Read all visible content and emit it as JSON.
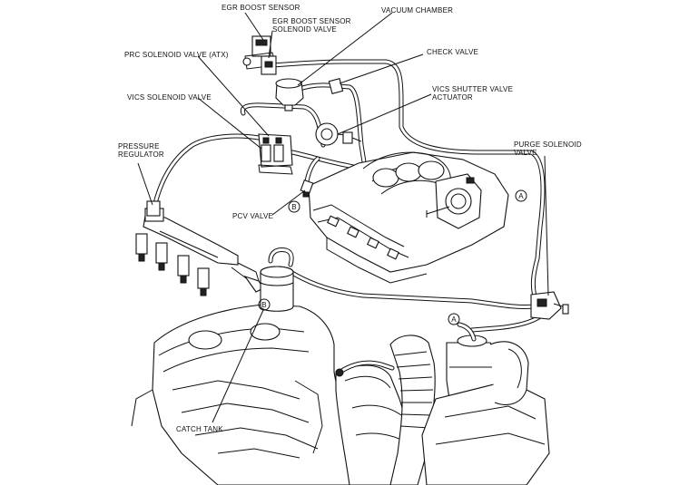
{
  "labels": {
    "egr_boost_sensor": "EGR BOOST SENSOR",
    "egr_solenoid_line1": "EGR BOOST SENSOR",
    "egr_solenoid_line2": "SOLENOID VALVE",
    "vacuum_chamber": "VACUUM CHAMBER",
    "check_valve": "CHECK VALVE",
    "prc_solenoid": "PRC SOLENOID VALVE (ATX)",
    "vics_solenoid": "VICS SOLENOID VALVE",
    "vics_shutter_line1": "VICS SHUTTER VALVE",
    "vics_shutter_line2": "ACTUATOR",
    "pressure_regulator_line1": "PRESSURE",
    "pressure_regulator_line2": "REGULATOR",
    "purge_solenoid_line1": "PURGE SOLENOID",
    "purge_solenoid_line2": "VALVE",
    "pcv_valve": "PCV VALVE",
    "catch_tank": "CATCH TANK"
  },
  "markers": {
    "a": "A",
    "b": "B"
  }
}
